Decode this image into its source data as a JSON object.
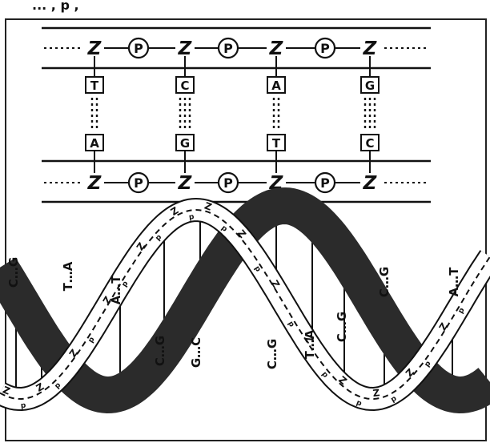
{
  "top_text": "... ,  p  ,",
  "upper_strand": [
    "Z",
    "P",
    "Z",
    "P",
    "Z",
    "P",
    "Z"
  ],
  "lower_strand": [
    "Z",
    "P",
    "Z",
    "P",
    "Z",
    "P",
    "Z"
  ],
  "bases_top": [
    "T",
    "C",
    "A",
    "G"
  ],
  "bases_bottom": [
    "A",
    "G",
    "T",
    "C"
  ],
  "helix_labels": {
    "backbone_z": "Z",
    "backbone_p": "P",
    "pairs": [
      {
        "left": "C",
        "right": "G"
      },
      {
        "left": "T",
        "right": "A"
      },
      {
        "left": "A",
        "right": "T"
      },
      {
        "left": "C",
        "right": "G"
      },
      {
        "left": "G",
        "right": "C"
      },
      {
        "left": "C",
        "right": "G"
      },
      {
        "left": "T",
        "right": "A"
      },
      {
        "left": "C",
        "right": "G"
      },
      {
        "left": "C",
        "right": "G"
      },
      {
        "left": "A",
        "right": "T"
      }
    ]
  },
  "colors": {
    "ink": "#111111",
    "ribbon": "#2b2b2b",
    "paper": "#ffffff",
    "faint": "#bdbdbd"
  }
}
